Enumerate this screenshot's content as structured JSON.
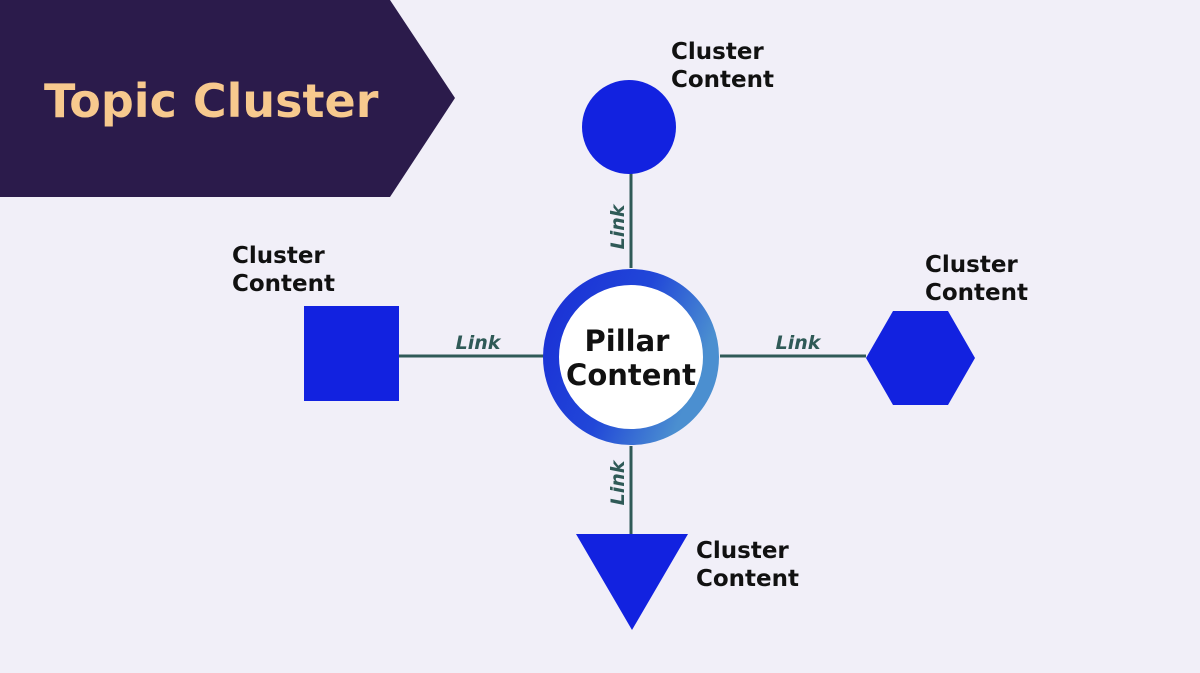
{
  "title": "Topic Cluster",
  "pillar": {
    "line1": "Pillar",
    "line2": "Content"
  },
  "clusters": {
    "top": {
      "line1": "Cluster",
      "line2": "Content"
    },
    "left": {
      "line1": "Cluster",
      "line2": "Content"
    },
    "right": {
      "line1": "Cluster",
      "line2": "Content"
    },
    "bottom": {
      "line1": "Cluster",
      "line2": "Content"
    }
  },
  "links": {
    "top": "Link",
    "left": "Link",
    "right": "Link",
    "bottom": "Link"
  },
  "colors": {
    "banner": "#2b1b4b",
    "title": "#f7c98e",
    "shape": "#1222e0",
    "connector": "#2f5a57",
    "ring_start": "#1a2fd6",
    "ring_end": "#4b8fd0",
    "background": "#f1eff8"
  }
}
